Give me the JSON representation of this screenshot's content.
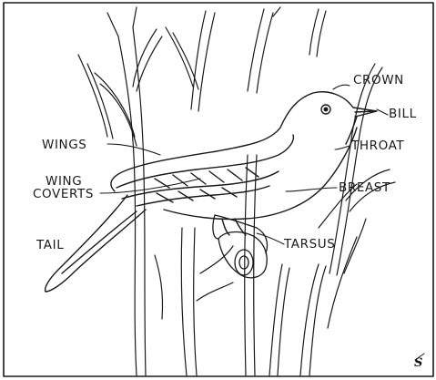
{
  "labels": {
    "crown": "CROWN",
    "bill": "BILL",
    "wings": "WINGS",
    "throat": "THROAT",
    "wing_coverts_1": "WING",
    "wing_coverts_2": "COVERTS",
    "breast": "BREAST",
    "tail": "TAIL",
    "tarsus": "TARSUS"
  },
  "signature": "S",
  "ink_color": "#1a1a1a",
  "paper_color": "#ffffff"
}
